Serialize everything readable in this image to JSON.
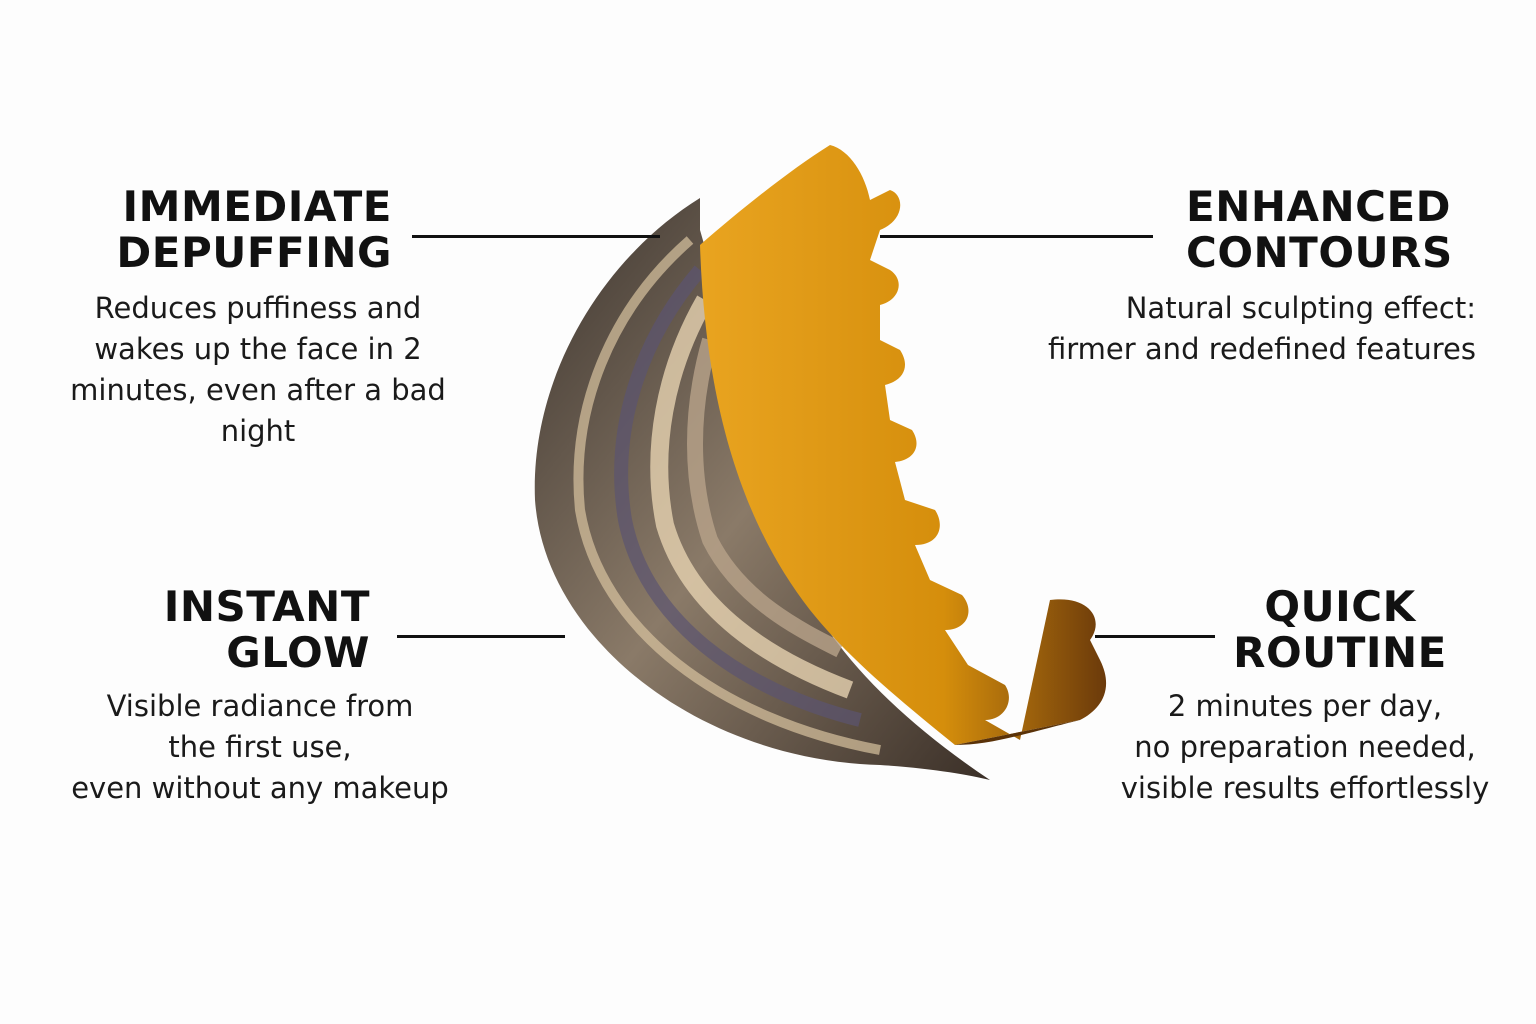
{
  "features": [
    {
      "title_line1": "IMMEDIATE",
      "title_line2": "DEPUFFING",
      "body": [
        "Reduces puffiness and",
        "wakes up the face in 2",
        "minutes, even after a bad",
        "night"
      ]
    },
    {
      "title_line1": "ENHANCED",
      "title_line2": "CONTOURS",
      "body": [
        "Natural sculpting effect:",
        "firmer and redefined features"
      ]
    },
    {
      "title_line1": "INSTANT",
      "title_line2": "GLOW",
      "body": [
        "Visible radiance from",
        "the first use,",
        "even without any makeup"
      ]
    },
    {
      "title_line1": "QUICK",
      "title_line2": "ROUTINE",
      "body": [
        "2 minutes per day,",
        "no preparation needed,",
        "visible results effortlessly"
      ]
    }
  ],
  "colors": {
    "wood_dark": "#4a4038",
    "wood_light": "#c9ab85",
    "bristle": "#d9960f",
    "text": "#111111"
  }
}
